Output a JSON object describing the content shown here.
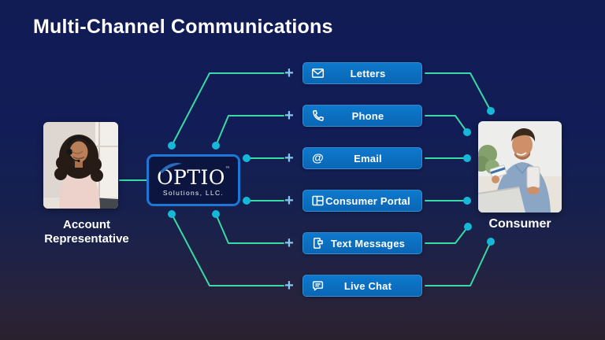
{
  "title": "Multi-Channel Communications",
  "glyphs": {
    "plus": "+",
    "at": "@"
  },
  "left": {
    "label": "Account Representative"
  },
  "center": {
    "name": "OPTIO",
    "tm": "™",
    "sub": "Solutions, LLC."
  },
  "right": {
    "label": "Consumer"
  },
  "channels": [
    {
      "label": "Letters",
      "icon": "envelope-icon"
    },
    {
      "label": "Phone",
      "icon": "phone-icon"
    },
    {
      "label": "Email",
      "icon": "at-icon"
    },
    {
      "label": "Consumer Portal",
      "icon": "portal-icon"
    },
    {
      "label": "Text Messages",
      "icon": "sms-icon"
    },
    {
      "label": "Live Chat",
      "icon": "chat-icon"
    }
  ],
  "colors": {
    "background_top": "#111c55",
    "background_bottom": "#2a212e",
    "button_blue": "#0b6fc0",
    "connector_teal": "#38dba4",
    "dot_cyan": "#16b8d8",
    "plus_blue": "#86c5ed",
    "logo_border_blue": "#1d77d4",
    "text_white": "#ffffff"
  }
}
